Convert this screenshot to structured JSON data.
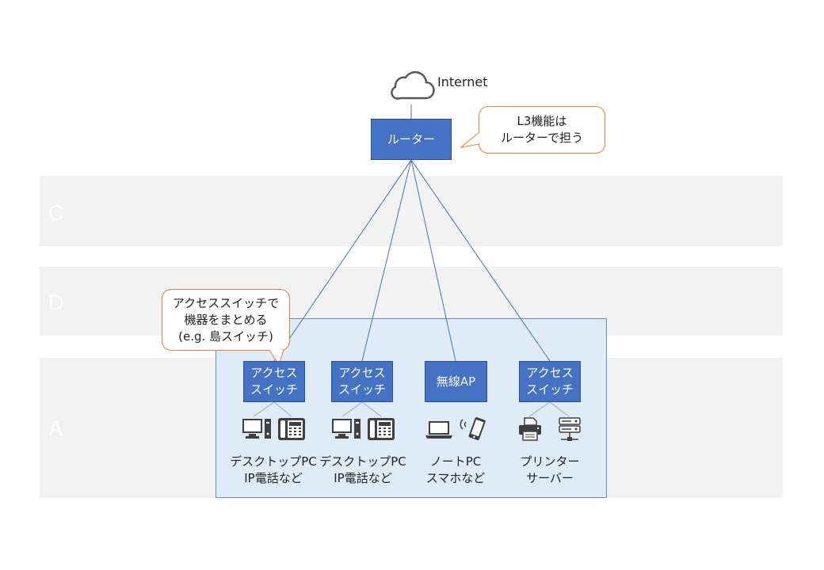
{
  "zones": [
    {
      "label": "C"
    },
    {
      "label": "D"
    },
    {
      "label": "A"
    }
  ],
  "internet": {
    "label": "Internet"
  },
  "router": {
    "label": "ルーター"
  },
  "callout_l3": {
    "text": "L3機能は\nルーターで担う"
  },
  "callout_island": {
    "text": "アクセススイッチで\n機器をまとめる\n(e.g. 島スイッチ)"
  },
  "devices": [
    {
      "node": "アクセス\nスイッチ",
      "caption": "デスクトップPC\nIP電話など",
      "icons": [
        "desktop-pc-icon",
        "ip-phone-icon"
      ]
    },
    {
      "node": "アクセス\nスイッチ",
      "caption": "デスクトップPC\nIP電話など",
      "icons": [
        "desktop-pc-icon",
        "ip-phone-icon"
      ]
    },
    {
      "node": "無線AP",
      "caption": "ノートPC\nスマホなど",
      "icons": [
        "laptop-icon",
        "smartphone-icon"
      ]
    },
    {
      "node": "アクセス\nスイッチ",
      "caption": "プリンター\nサーバー",
      "icons": [
        "printer-icon",
        "server-icon"
      ]
    }
  ],
  "colors": {
    "node_fill": "#4472c4",
    "link": "#4472c4",
    "callout_border": "#ed7d31",
    "island_fill": "#ddebf7",
    "zone_fill": "#f2f2f2"
  }
}
